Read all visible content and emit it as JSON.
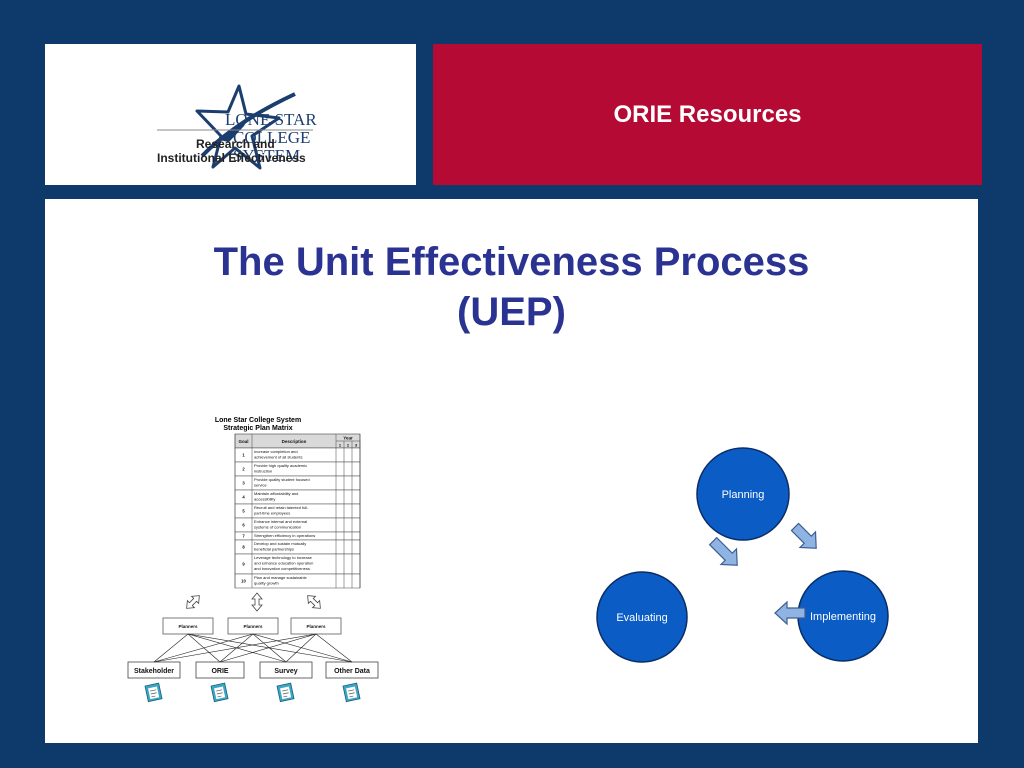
{
  "logo": {
    "line1": "LONE STAR",
    "line2": "COLLEGE",
    "line3": "SYSTEM",
    "subtitle1": "Research and",
    "subtitle2": "Institutional Effectiveness"
  },
  "header": {
    "title": "ORIE Resources"
  },
  "slide": {
    "title_line1": "The Unit Effectiveness Process",
    "title_line2": "(UEP)"
  },
  "matrix": {
    "title1": "Lone Star College System",
    "title2": "Strategic Plan Matrix",
    "col_goal": "Goal",
    "col_desc": "Description",
    "col_year": "Year",
    "years": [
      "1",
      "2",
      "3"
    ],
    "rows": [
      {
        "goal": "1",
        "desc": [
          "Increase completion and",
          "achievement of all students"
        ]
      },
      {
        "goal": "2",
        "desc": [
          "Provide high quality academic",
          "instruction"
        ]
      },
      {
        "goal": "3",
        "desc": [
          "Provide quality student focused",
          "service"
        ]
      },
      {
        "goal": "4",
        "desc": [
          "Maintain affordability and",
          "accessibility"
        ]
      },
      {
        "goal": "5",
        "desc": [
          "Recruit and retain talented full-",
          "part-time employees"
        ]
      },
      {
        "goal": "6",
        "desc": [
          "Enhance internal and external",
          "systems of communication"
        ]
      },
      {
        "goal": "7",
        "desc": [
          "Strengthen efficiency in operations"
        ]
      },
      {
        "goal": "8",
        "desc": [
          "Develop and sustain mutually",
          "beneficial partnerships"
        ]
      },
      {
        "goal": "9",
        "desc": [
          "Leverage technology to increase",
          "and enhance education operation",
          "and innovation competitiveness"
        ]
      },
      {
        "goal": "10",
        "desc": [
          "Plan and manage sustainable",
          "quality growth"
        ]
      }
    ],
    "planners": [
      "Planners",
      "Planners",
      "Planners"
    ],
    "sources": [
      "Stakeholder",
      "ORIE",
      "Survey",
      "Other Data"
    ]
  },
  "cycle": {
    "planning": "Planning",
    "implementing": "Implementing",
    "evaluating": "Evaluating",
    "circle_color": "#0b5cc5"
  },
  "colors": {
    "background": "#0e3a6b",
    "header_red": "#b50a34",
    "title_blue": "#2b3392",
    "arrow_fill": "#8fb4e3"
  }
}
